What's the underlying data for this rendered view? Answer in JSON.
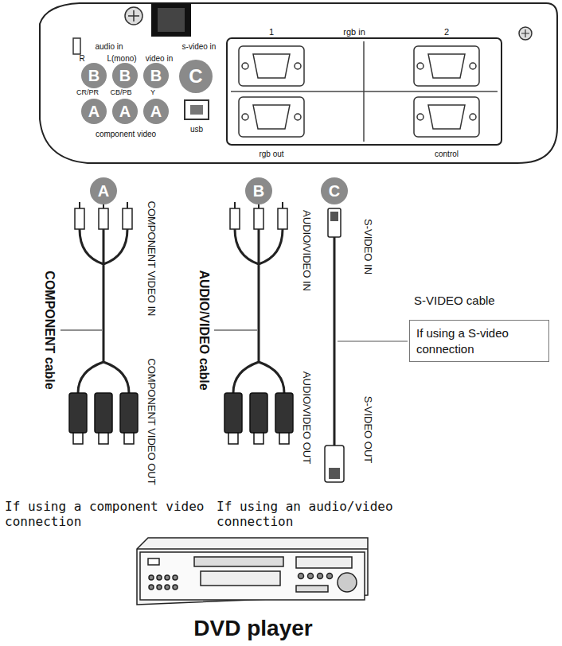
{
  "diagram": {
    "nodes": [
      {
        "text": [
          "B"
        ]
      },
      {
        "text": [
          "B"
        ]
      },
      {
        "text": [
          "B"
        ]
      },
      {
        "text": [
          "C"
        ]
      },
      {
        "text": [
          "A"
        ]
      },
      {
        "text": [
          "A"
        ]
      },
      {
        "text": [
          "A"
        ]
      },
      {
        "text": [
          "A"
        ]
      },
      {
        "text": [
          "B"
        ]
      },
      {
        "text": [
          "C"
        ]
      },
      {
        "text": [
          "If using a S-video connection"
        ]
      }
    ],
    "labels": [
      "audio in",
      "R",
      "L(mono)",
      "video in",
      "s-video in",
      "CR/PR",
      "CB/PB",
      "Y",
      "component video",
      "usb",
      "1",
      "rgb in",
      "2",
      "rgb out",
      "control",
      "COMPONENT VIDEO IN",
      "COMPONENT cable",
      "COMPONENT VIDEO OUT",
      "AUDIO/VIDEO IN",
      "AUDIO/VIDEO cable",
      "AUDIO/VIDEO OUT",
      "S-VIDEO IN",
      "S-VIDEO OUT",
      "S-VIDEO cable",
      "If using a component video connection",
      "If using an audio/video connection",
      "DVD player"
    ]
  }
}
